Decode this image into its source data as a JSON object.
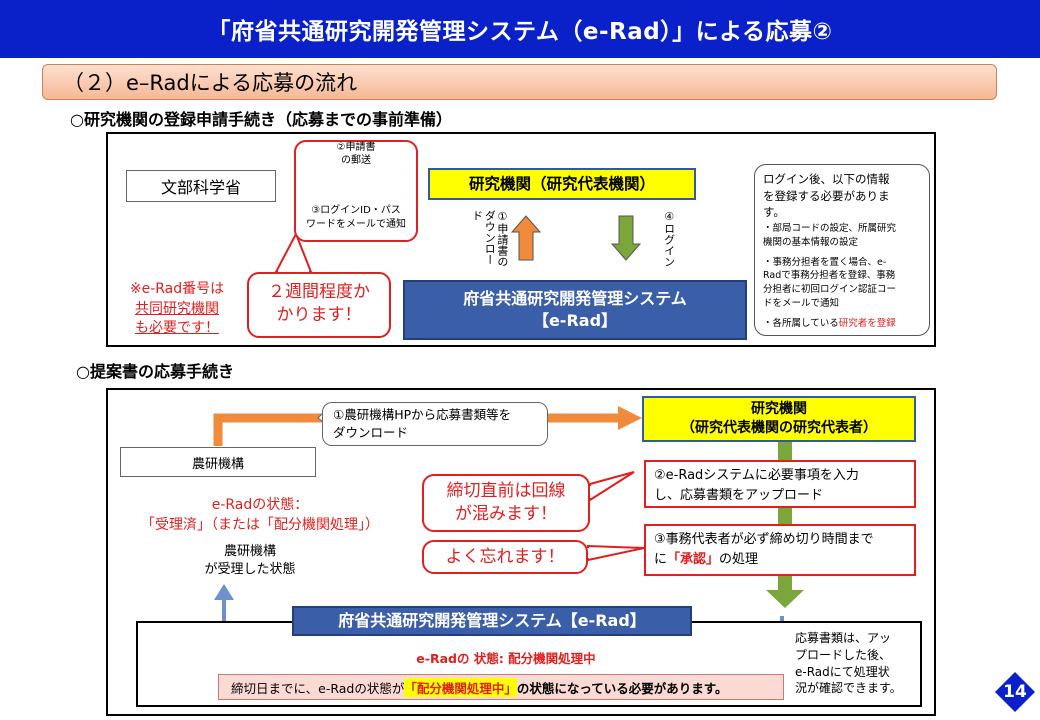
{
  "header": {
    "title": "「府省共通研究開発管理システム（e-Rad）」による応募②"
  },
  "section": {
    "title": "（２）e–Radによる応募の流れ"
  },
  "registration": {
    "heading": "○研究機関の登録申請手続き（応募までの事前準備）",
    "ministry": "文部科学省",
    "step2": [
      "②申請書",
      "の郵送"
    ],
    "step3": [
      "③ログインID・パス",
      "ワードをメールで通知"
    ],
    "institution": "研究機関（研究代表機関）",
    "step1": [
      "①申請書の",
      "ダウンロード"
    ],
    "step4": "④ログイン",
    "system": [
      "府省共通研究開発管理システム",
      "【e-Rad】"
    ],
    "callout": [
      "２週間程度か",
      "かります！"
    ],
    "note_erad": [
      "※e-Rad番号は",
      "共同研究機関",
      "も必要です！"
    ],
    "info": {
      "intro": [
        "ログイン後、以下の情報",
        "を登録する必要がありま",
        "す。"
      ],
      "item1": [
        "・部局コードの設定、所属研究",
        "機関の基本情報の設定"
      ],
      "item2": [
        "・事務分担者を置く場合、e-",
        "Radで事務分担者を登録、事務",
        "分担者に初回ログイン認証コー",
        "ドをメールで通知"
      ],
      "item3_prefix": "・各所属している",
      "item3_red": "研究者を登録"
    }
  },
  "application": {
    "heading": "○提案書の応募手続き",
    "naro": "農研機構",
    "step1": [
      "①農研機構HPから応募書類等を",
      "ダウンロード"
    ],
    "institution": [
      "研究機関",
      "（研究代表機関の研究代表者）"
    ],
    "status": [
      "e-Radの状態：",
      "「受理済」（または「配分機関処理」）"
    ],
    "status_sub": [
      "農研機構",
      "が受理した状態"
    ],
    "callout1": [
      "締切直前は回線",
      "が混みます！"
    ],
    "callout2": "よく忘れます！",
    "step2": [
      "②e-Radシステムに必要事項を入力",
      "し、応募書類をアップロード"
    ],
    "step3_line1": "③事務代表者が必ず締め切り時間まで",
    "step3_prefix": "に",
    "step3_red": "「承認」",
    "step3_suffix": "の処理",
    "system": "府省共通研究開発管理システム【e-Rad】",
    "erad_status": "e-Radの 状態: 配分機関処理中",
    "side_note": [
      "応募書類は、アッ",
      "プロードした後、",
      "e-Radにて処理状",
      "況が確認できます。"
    ],
    "deadline_prefix": "締切日までに、e-Radの状態が",
    "deadline_red": "「配分機関処理中」",
    "deadline_suffix": "の状態になっている必要があります。"
  },
  "page_number": "14",
  "colors": {
    "title_blue": "#0a20c8",
    "highlight_yellow": "#ffff00",
    "system_blue": "#3b5ea8",
    "alert_red": "#e02020",
    "flow_orange": "#f08a3c",
    "flow_green": "#7aa63a",
    "return_blue": "#6f8fcf"
  }
}
